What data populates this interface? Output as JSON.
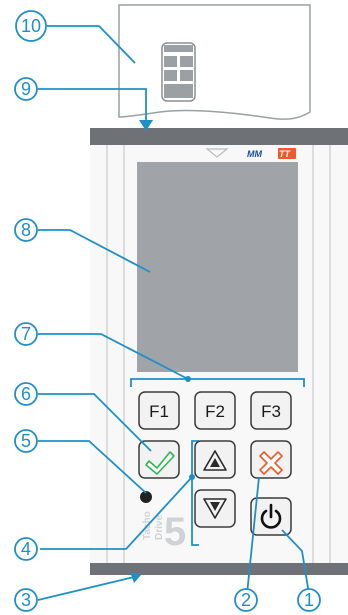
{
  "callouts": [
    "1",
    "2",
    "3",
    "4",
    "5",
    "6",
    "7",
    "8",
    "9",
    "10"
  ],
  "keys": {
    "f1": "F1",
    "f2": "F2",
    "f3": "F3"
  },
  "logo": {
    "letters": "MMTT"
  },
  "brand": {
    "line1": "Tacho",
    "line2": "Drive",
    "number": "5"
  },
  "colors": {
    "callout": "#1e90c8",
    "ok": "#2db84d",
    "cancel": "#f05a28",
    "logo_blue": "#1b4f9c",
    "logo_orange": "#f05a28"
  },
  "icons": {
    "ok": "checkmark-icon",
    "cancel": "cross-icon",
    "up": "arrow-up-icon",
    "down": "arrow-down-icon",
    "power": "power-icon",
    "card": "smart-card-icon",
    "chip": "card-chip-icon",
    "led": "led-indicator-icon"
  }
}
